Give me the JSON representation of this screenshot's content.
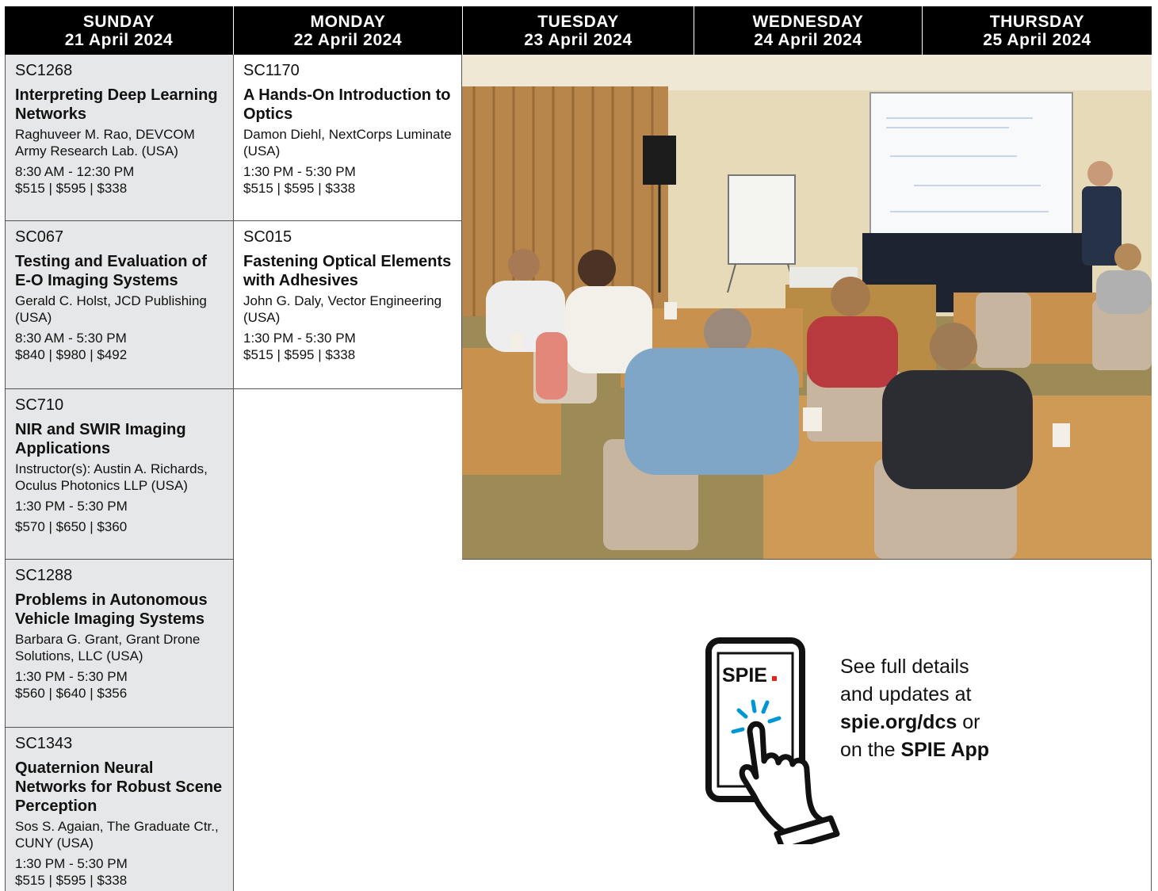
{
  "days": [
    {
      "name": "SUNDAY",
      "date": "21 April 2024"
    },
    {
      "name": "MONDAY",
      "date": "22 April 2024"
    },
    {
      "name": "TUESDAY",
      "date": "23 April 2024"
    },
    {
      "name": "WEDNESDAY",
      "date": "24 April 2024"
    },
    {
      "name": "THURSDAY",
      "date": "25 April 2024"
    }
  ],
  "sunday": [
    {
      "code": "SC1268",
      "title": "Interpreting Deep Learning Networks",
      "instructor": "Raghuveer M. Rao, DEVCOM Army Research Lab. (USA)",
      "time": "8:30 AM - 12:30 PM",
      "price": "$515 | $595 | $338"
    },
    {
      "code": "SC067",
      "title": "Testing and Evaluation of E-O Imaging Systems",
      "instructor": "Gerald C. Holst, JCD Publishing (USA)",
      "time": "8:30 AM - 5:30 PM",
      "price": "$840 | $980 | $492"
    },
    {
      "code": "SC710",
      "title": "NIR and SWIR Imaging Applications",
      "instructor": "Instructor(s): Austin A. Richards, Oculus Photonics LLP (USA)",
      "time": "1:30 PM - 5:30 PM",
      "price": "$570 | $650 | $360"
    },
    {
      "code": "SC1288",
      "title": "Problems in Autonomous Vehicle Imaging Systems",
      "instructor": "Barbara G. Grant, Grant Drone Solutions, LLC (USA)",
      "time": "1:30 PM - 5:30 PM",
      "price": "$560 | $640 | $356"
    },
    {
      "code": "SC1343",
      "title": "Quaternion Neural Networks for Robust Scene Perception",
      "instructor": "Sos S. Agaian, The Graduate Ctr., CUNY (USA)",
      "time": "1:30 PM - 5:30 PM",
      "price": "$515 | $595 | $338"
    }
  ],
  "monday": [
    {
      "code": "SC1170",
      "title": "A Hands-On Introduction to Optics",
      "instructor": "Damon Diehl, NextCorps Luminate (USA)",
      "time": "1:30 PM - 5:30 PM",
      "price": "$515 | $595 | $338"
    },
    {
      "code": "SC015",
      "title": "Fastening Optical Elements with Adhesives",
      "instructor": "John G. Daly, Vector Engineering (USA)",
      "time": "1:30 PM - 5:30 PM",
      "price": "$515 | $595 | $338"
    }
  ],
  "promo": {
    "phone_logo": "SPIE.",
    "line1": "See full details",
    "line2": "and updates at",
    "link": "spie.org/dcs",
    "or": " or",
    "line4_pre": "on the ",
    "app": "SPIE App"
  },
  "icons": {
    "phone": "phone-tap-icon"
  },
  "colors": {
    "header_bg": "#000000",
    "gray_cell": "#e6e7e8",
    "accent_red": "#e2231a",
    "tap_blue": "#0096d6"
  }
}
